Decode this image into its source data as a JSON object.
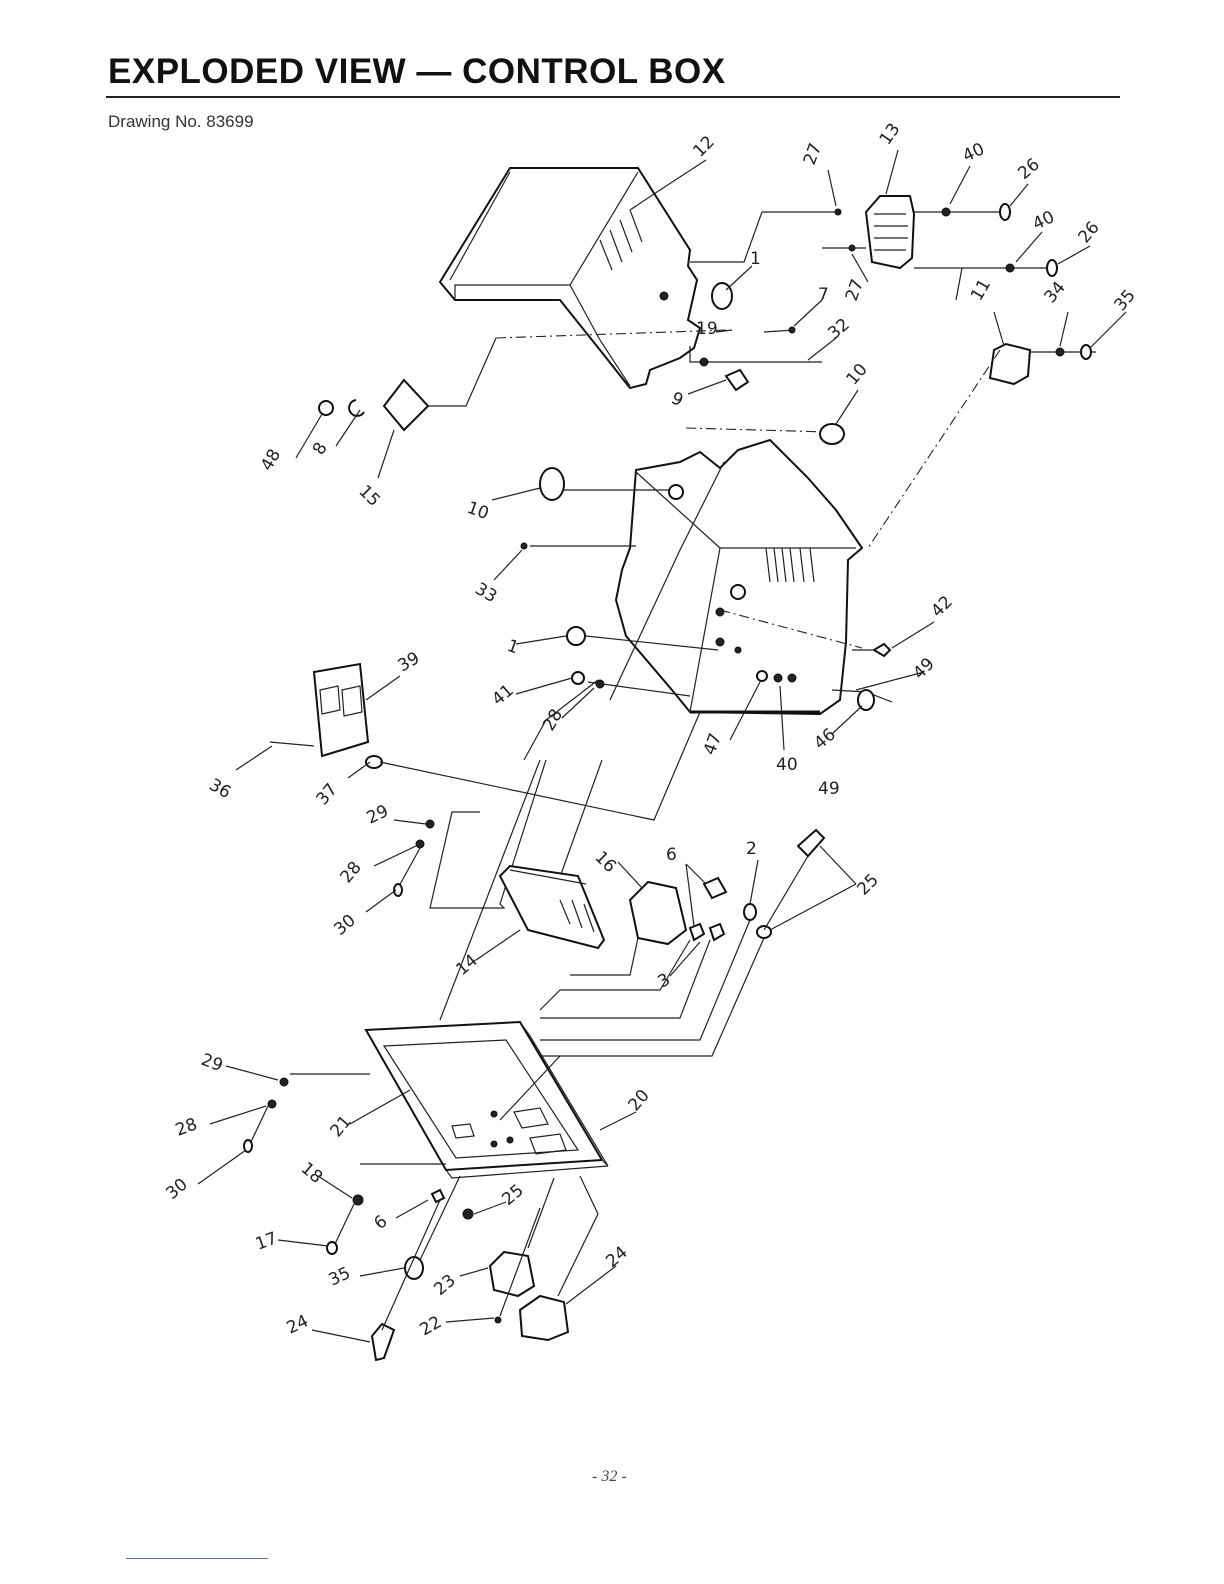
{
  "header": {
    "title": "EXPLODED VIEW — CONTROL BOX",
    "drawing_no": "Drawing No. 83699"
  },
  "footer": {
    "page_number": "- 32 -"
  },
  "callouts": [
    "12",
    "27",
    "13",
    "40",
    "26",
    "40",
    "26",
    "27",
    "1",
    "7",
    "19",
    "32",
    "34",
    "35",
    "11",
    "9",
    "10",
    "48",
    "8",
    "15",
    "10",
    "33",
    "42",
    "1",
    "49",
    "41",
    "28",
    "47",
    "40",
    "46",
    "49",
    "39",
    "36",
    "37",
    "29",
    "28",
    "30",
    "16",
    "6",
    "2",
    "25",
    "14",
    "3",
    "29",
    "28",
    "30",
    "21",
    "20",
    "18",
    "6",
    "25",
    "17",
    "35",
    "23",
    "24",
    "22",
    "24"
  ]
}
